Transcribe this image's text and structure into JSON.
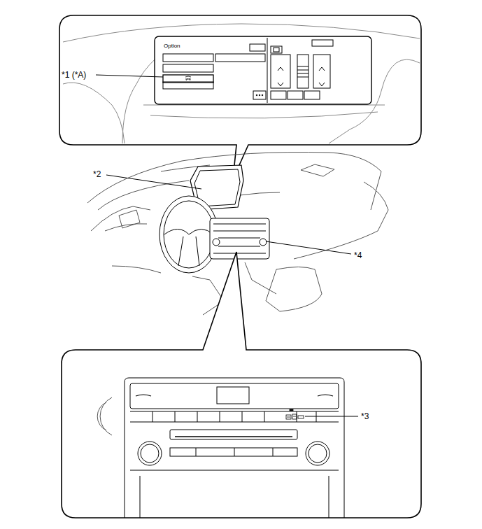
{
  "diagram": {
    "labels": [
      "Option",
      "*1 (*A)",
      "*2",
      "*3",
      "*4"
    ]
  }
}
